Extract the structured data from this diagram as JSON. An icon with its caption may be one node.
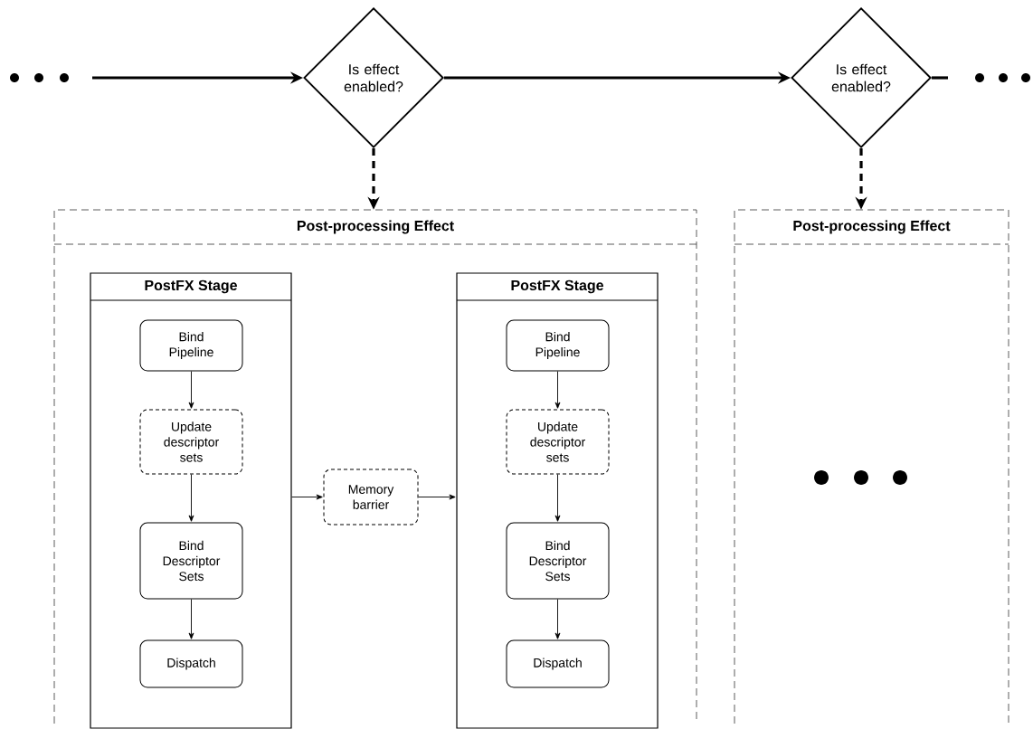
{
  "diagram": {
    "nodes": [
      {
        "text": [
          "Is effect enabled?"
        ]
      },
      {
        "text": [
          "Is effect enabled?"
        ]
      },
      {
        "text": [
          "Post-processing Effect"
        ]
      },
      {
        "text": [
          "PostFX Stage"
        ],
        "in": 2
      },
      {
        "text": [
          "Bind Pipeline"
        ],
        "in": 3
      },
      {
        "text": [
          "Update descriptor sets"
        ],
        "in": 3
      },
      {
        "text": [
          "Bind Descriptor Sets"
        ],
        "in": 3
      },
      {
        "text": [
          "Dispatch"
        ],
        "in": 3
      },
      {
        "text": [
          "Memory barrier"
        ],
        "in": 2
      },
      {
        "text": [
          "PostFX Stage"
        ],
        "in": 2
      },
      {
        "text": [
          "Bind Pipeline"
        ],
        "in": 9
      },
      {
        "text": [
          "Update descriptor sets"
        ],
        "in": 9
      },
      {
        "text": [
          "Bind Descriptor Sets"
        ],
        "in": 9
      },
      {
        "text": [
          "Dispatch"
        ],
        "in": 9
      },
      {
        "text": [
          "Post-processing Effect"
        ]
      }
    ],
    "edges": [
      {
        "from": null,
        "to": 0,
        "arrow": "to",
        "style": "thick"
      },
      {
        "from": 0,
        "to": 1,
        "arrow": "to",
        "style": "thick"
      },
      {
        "from": 1,
        "to": null,
        "arrow": "none",
        "style": "thick"
      },
      {
        "from": 0,
        "to": 2,
        "arrow": "to",
        "style": "dashed"
      },
      {
        "from": 1,
        "to": 14,
        "arrow": "to",
        "style": "dashed"
      },
      {
        "from": 4,
        "to": 5,
        "arrow": "to"
      },
      {
        "from": 5,
        "to": 6,
        "arrow": "to"
      },
      {
        "from": 6,
        "to": 7,
        "arrow": "to"
      },
      {
        "from": 3,
        "to": 8,
        "arrow": "to"
      },
      {
        "from": 8,
        "to": 9,
        "arrow": "to"
      },
      {
        "from": 10,
        "to": 11,
        "arrow": "to"
      },
      {
        "from": 11,
        "to": 12,
        "arrow": "to"
      },
      {
        "from": 12,
        "to": 13,
        "arrow": "to"
      }
    ]
  }
}
